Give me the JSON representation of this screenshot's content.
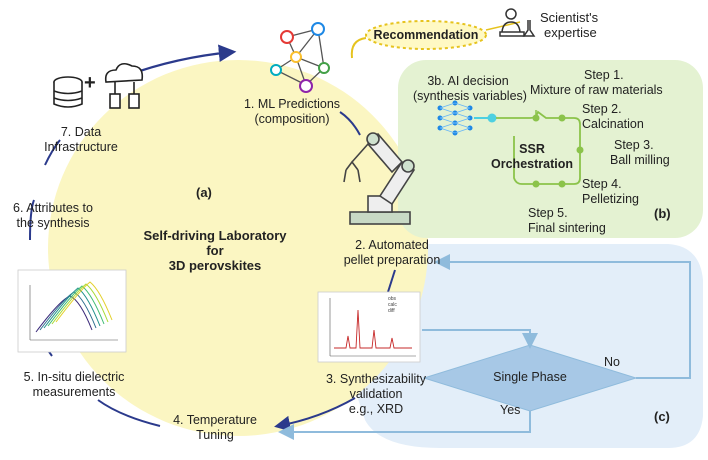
{
  "diagram": {
    "center": {
      "line1": "Self-driving Laboratory",
      "line2": "for",
      "line3": "3D perovskites"
    },
    "panel_a_label": "(a)",
    "panel_b_label": "(b)",
    "panel_c_label": "(c)",
    "nodes": {
      "ml_predictions": {
        "line1": "1. ML Predictions",
        "line2": "(composition)"
      },
      "automated_pellet": {
        "line1": "2. Automated",
        "line2": "pellet preparation"
      },
      "synthesizability": {
        "line1": "3. Synthesizability",
        "line2": "validation",
        "line3": "e.g., XRD"
      },
      "temperature": {
        "line1": "4. Temperature",
        "line2": "Tuning"
      },
      "dielectric": {
        "line1": "5. In-situ dielectric",
        "line2": "measurements"
      },
      "attributes": {
        "line1": "6. Attributes to",
        "line2": "the synthesis"
      },
      "data_infra": {
        "line1": "7. Data",
        "line2": "Infrastructure"
      }
    },
    "recommendation": "Recommendation",
    "scientist": {
      "line1": "Scientist's",
      "line2": "expertise"
    },
    "ssr": {
      "ai_decision_line1": "3b. AI decision",
      "ai_decision_line2": "(synthesis variables)",
      "orchestration_line1": "SSR",
      "orchestration_line2": "Orchestration",
      "steps": [
        {
          "title": "Step 1.",
          "desc": "Mixture of raw materials"
        },
        {
          "title": "Step 2.",
          "desc": "Calcination"
        },
        {
          "title": "Step 3.",
          "desc": "Ball milling"
        },
        {
          "title": "Step 4.",
          "desc": "Pelletizing"
        },
        {
          "title": "Step 5.",
          "desc": "Final sintering"
        }
      ]
    },
    "decision": {
      "label": "Single Phase",
      "yes": "Yes",
      "no": "No"
    },
    "xrd_legend": [
      "obs",
      "calc",
      "diff"
    ],
    "plus": "+"
  },
  "colors": {
    "yellow_bg": "#fbf6c2",
    "green_bg": "#e4f2d2",
    "blue_bg": "#e3eef9",
    "navy_arrow": "#2b3a8c",
    "flow_blue": "#8fbbdc",
    "decision_fill": "#a7c8e6",
    "step_green": "#8bc34a"
  }
}
